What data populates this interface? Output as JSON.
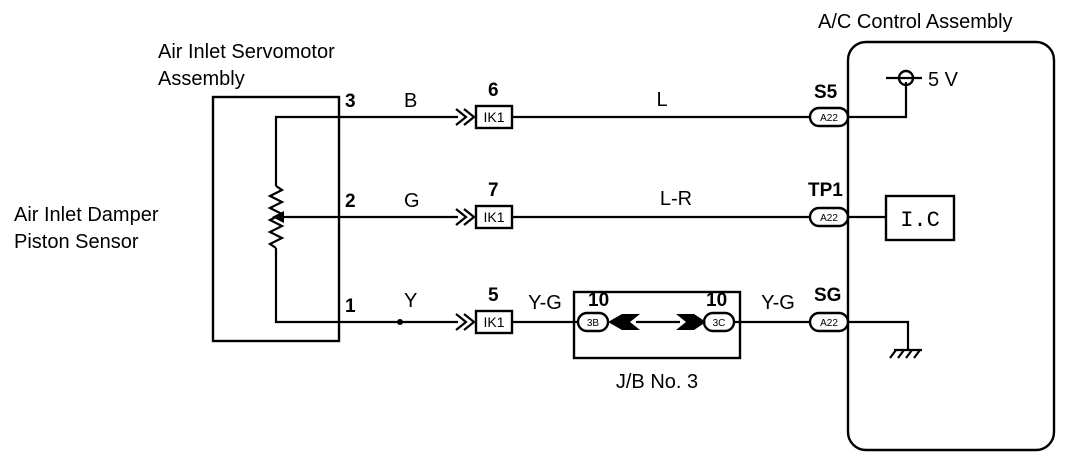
{
  "servomotor": {
    "title_line1": "Air Inlet Servomotor",
    "title_line2": "Assembly",
    "sensor_line1": "Air Inlet Damper",
    "sensor_line2": "Piston Sensor"
  },
  "control": {
    "title": "A/C Control Assembly",
    "supply": "5 V",
    "ic": "I.C"
  },
  "circuits": [
    {
      "pin": "3",
      "wire_color_in": "B",
      "connector_pin": "6",
      "connector": "IK1",
      "wire_color_out": "L",
      "terminal": "S5",
      "terminal_connector": "A22"
    },
    {
      "pin": "2",
      "wire_color_in": "G",
      "connector_pin": "7",
      "connector": "IK1",
      "wire_color_out": "L-R",
      "terminal": "TP1",
      "terminal_connector": "A22"
    },
    {
      "pin": "1",
      "wire_color_in": "Y",
      "connector_pin": "5",
      "connector": "IK1",
      "wire_color_out": "Y-G",
      "terminal": "SG",
      "terminal_connector": "A22"
    }
  ],
  "junction_block": {
    "name": "J/B No. 3",
    "wire_color_left": "Y-G",
    "left_pin": "10",
    "left_connector": "3B",
    "right_pin": "10",
    "right_connector": "3C"
  }
}
